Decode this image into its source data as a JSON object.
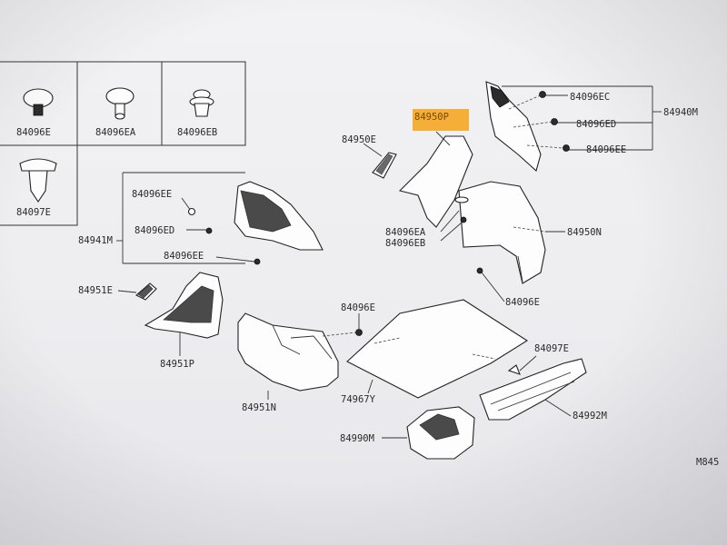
{
  "diagram": {
    "accent_highlight": "#f5a623",
    "legend_cells": [
      "84096E",
      "84096EA",
      "84096EB",
      "84097E"
    ],
    "labels": {
      "p84950P": "84950P",
      "p84950E": "84950E",
      "p84096EC": "84096EC",
      "p84096ED_r": "84096ED",
      "p84096EE_r": "84096EE",
      "p84940M": "84940M",
      "p84096EE_l": "84096EE",
      "p84096ED_l": "84096ED",
      "p84096EE_l2": "84096EE",
      "p84941M": "84941M",
      "p84096EA": "84096EA",
      "p84096EB": "84096EB",
      "p84950N": "84950N",
      "p84096E_r": "84096E",
      "p84951E": "84951E",
      "p84951P": "84951P",
      "p84096E_c": "84096E",
      "p84097E": "84097E",
      "p84951N": "84951N",
      "p74967Y": "74967Y",
      "p84992M": "84992M",
      "p84990M": "84990M",
      "corner": "M845"
    }
  }
}
